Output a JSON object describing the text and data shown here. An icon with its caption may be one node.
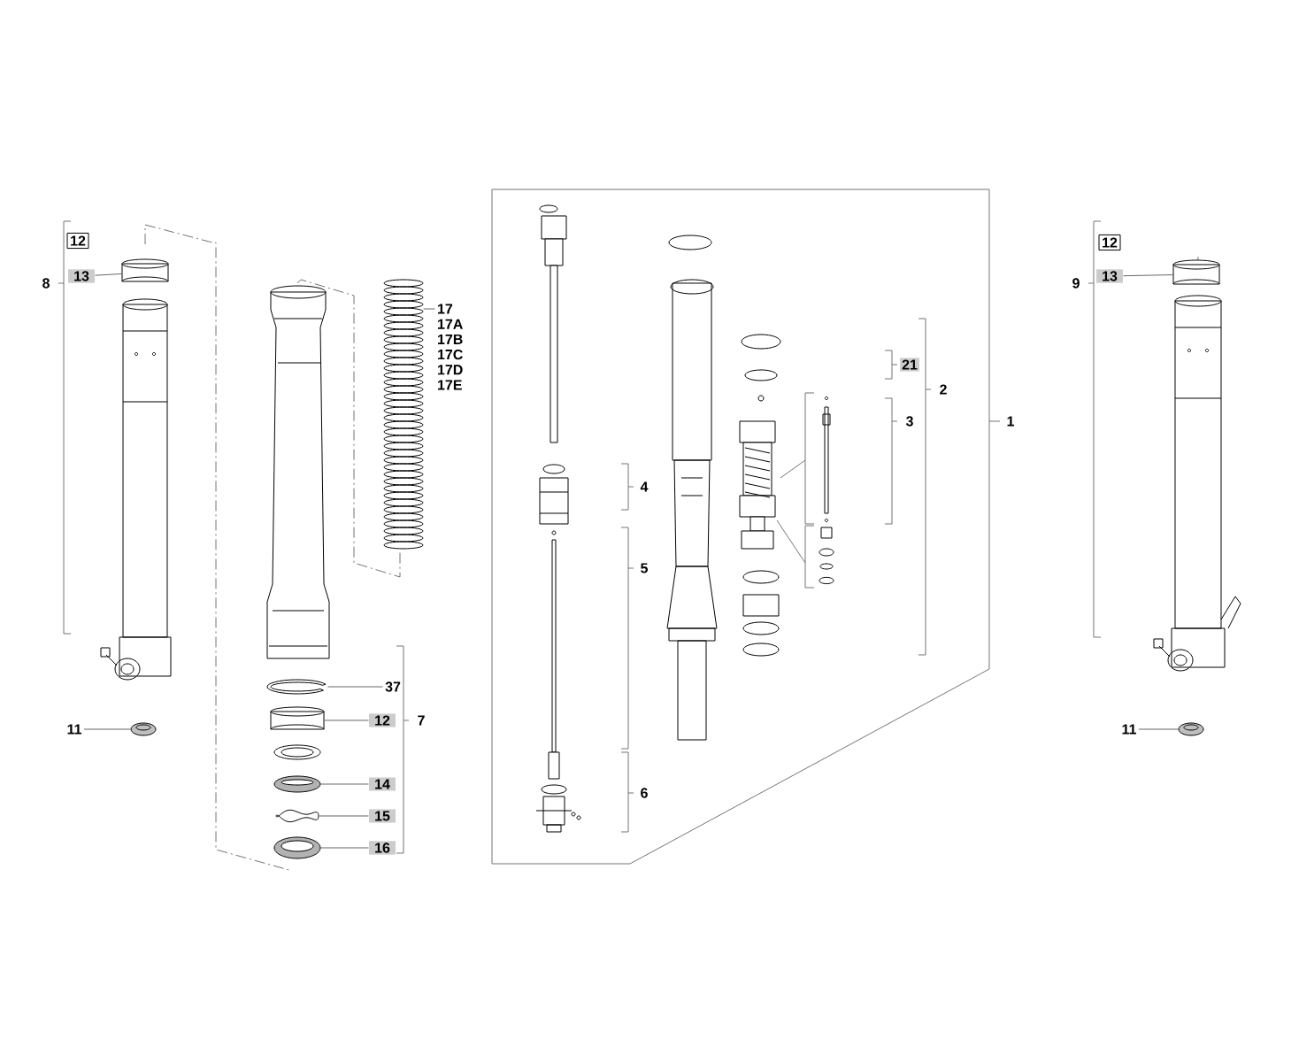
{
  "diagram": {
    "nodes": [
      {
        "text": [
          "12"
        ]
      },
      {
        "text": [
          "13"
        ]
      },
      {
        "text": [],
        "shape": "picture"
      },
      {
        "text": [
          "11"
        ]
      },
      {
        "text": [],
        "shape": "picture"
      },
      {
        "text": [
          "37"
        ]
      },
      {
        "text": [],
        "shape": "picture"
      },
      {
        "text": [
          "12"
        ]
      },
      {
        "text": [],
        "shape": "picture"
      },
      {
        "text": [
          "14"
        ]
      },
      {
        "text": [],
        "shape": "picture"
      },
      {
        "text": [
          "15"
        ]
      },
      {
        "text": [],
        "shape": "picture"
      },
      {
        "text": [
          "16"
        ]
      },
      {
        "text": [],
        "shape": "picture"
      },
      {
        "text": [
          "17 17A 17B 17C 17D 17E"
        ]
      },
      {
        "text": [],
        "shape": "picture"
      },
      {
        "text": [
          "12"
        ]
      },
      {
        "text": [
          "13"
        ]
      },
      {
        "text": [],
        "shape": "picture"
      },
      {
        "text": [
          "11"
        ]
      },
      {
        "text": [],
        "shape": "picture"
      }
    ],
    "edges": [
      {
        "from": 1,
        "to": 2,
        "arrow": "none"
      },
      {
        "from": 3,
        "to": 4,
        "arrow": "none"
      },
      {
        "from": 5,
        "to": 6,
        "arrow": "none"
      },
      {
        "from": 7,
        "to": 8,
        "arrow": "none"
      },
      {
        "from": 9,
        "to": 10,
        "arrow": "none"
      },
      {
        "from": 11,
        "to": 12,
        "arrow": "none"
      },
      {
        "from": 13,
        "to": 14,
        "arrow": "none"
      },
      {
        "from": 15,
        "to": 16,
        "arrow": "none"
      },
      {
        "from": 18,
        "to": 19,
        "arrow": "none"
      },
      {
        "from": 20,
        "to": 21,
        "arrow": "none"
      }
    ],
    "labels": [
      "8",
      "21",
      "2",
      "3",
      "1",
      "9",
      "4",
      "5",
      "7",
      "6"
    ]
  }
}
